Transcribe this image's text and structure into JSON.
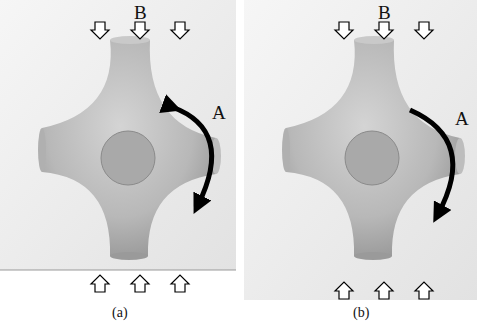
{
  "diagram": {
    "labels": [
      "B",
      "B",
      "A",
      "A",
      "(a)",
      "(b)"
    ]
  }
}
